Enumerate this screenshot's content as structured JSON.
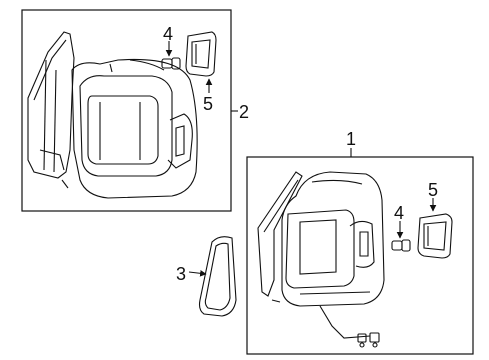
{
  "callouts": {
    "c1": "1",
    "c2": "2",
    "c3": "3",
    "c4_upper": "4",
    "c5_upper": "5",
    "c4_lower": "4",
    "c5_lower": "5"
  },
  "colors": {
    "ink": "#111111",
    "background": "#ffffff"
  }
}
